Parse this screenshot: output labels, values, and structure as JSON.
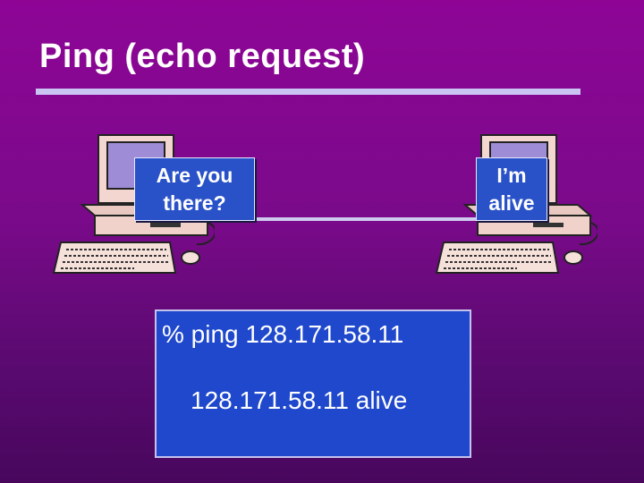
{
  "slide": {
    "title": "Ping (echo request)"
  },
  "left_host": {
    "bubble_line1": "Are you",
    "bubble_line2": "there?"
  },
  "right_host": {
    "bubble_line1": "I’m",
    "bubble_line2": "alive"
  },
  "terminal": {
    "command_line": "% ping 128.171.58.11",
    "output_line": "128.171.58.11 alive"
  },
  "colors": {
    "background": "#8e0596",
    "title_rule": "#c9c4f2",
    "bubble": "#2a52c8",
    "terminal": "#1f48cc"
  }
}
